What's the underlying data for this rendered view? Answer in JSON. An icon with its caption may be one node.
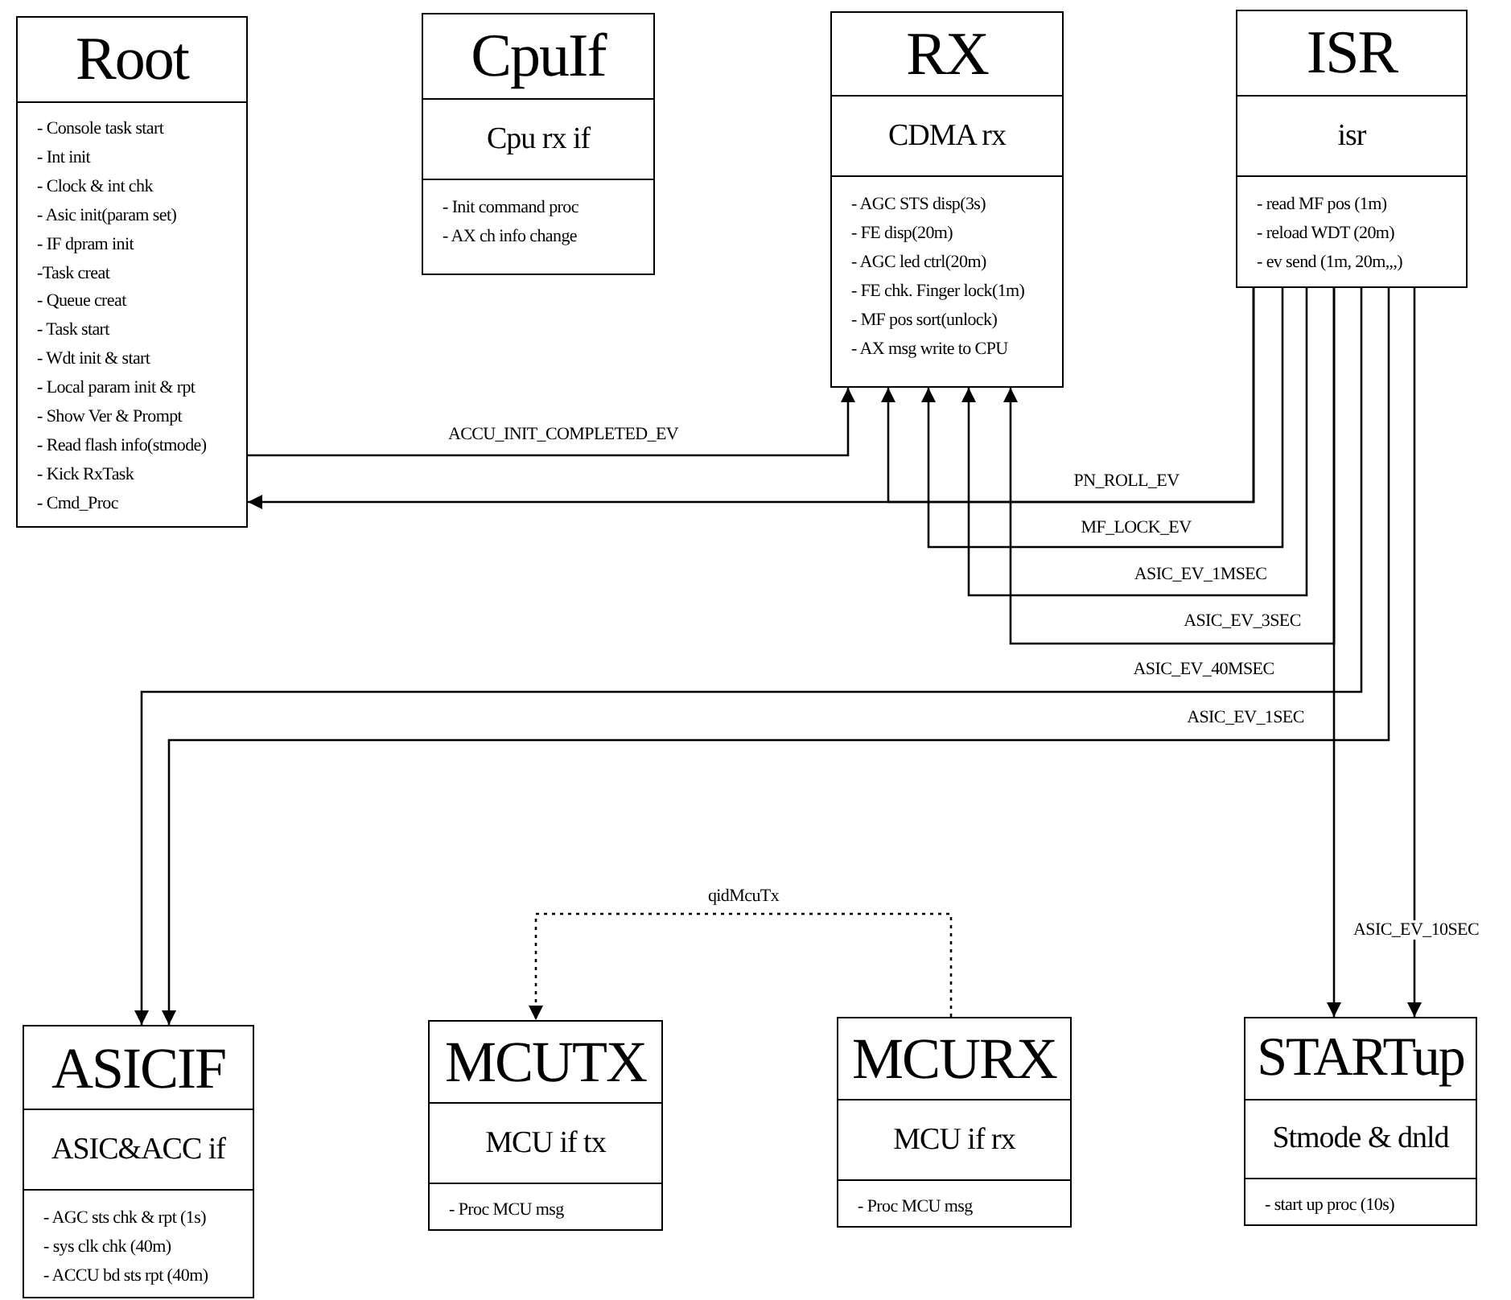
{
  "diagram": {
    "nodes": [
      {
        "text": [
          "Root"
        ]
      },
      {
        "text": [
          "- Console task start",
          "- Int init",
          "- Clock & int chk",
          "- Asic init(param set)",
          "- IF dpram init",
          "-Task creat",
          "- Queue creat",
          "- Task start",
          "- Wdt init & start",
          "- Local param init & rpt",
          "- Show Ver & Prompt",
          "- Read flash info(stmode)",
          "- Kick RxTask",
          "- Cmd_Proc"
        ],
        "in": 0
      },
      {
        "text": [
          "CpuIf"
        ]
      },
      {
        "text": [
          "Cpu rx if"
        ],
        "in": 2
      },
      {
        "text": [
          "- Init command proc",
          "- AX ch info change"
        ],
        "in": 2
      },
      {
        "text": [
          "RX"
        ]
      },
      {
        "text": [
          "CDMA rx"
        ],
        "in": 5
      },
      {
        "text": [
          "- AGC STS disp(3s)",
          "- FE disp(20m)",
          "- AGC led ctrl(20m)",
          "- FE chk. Finger lock(1m)",
          "- MF pos sort(unlock)",
          "- AX msg write to CPU"
        ],
        "in": 5
      },
      {
        "text": [
          "ISR"
        ]
      },
      {
        "text": [
          "isr"
        ],
        "in": 8
      },
      {
        "text": [
          "- read MF pos (1m)",
          "- reload WDT (20m)",
          "- ev send (1m, 20m,,,)"
        ],
        "in": 8
      },
      {
        "text": [
          "ASICIF"
        ]
      },
      {
        "text": [
          "ASIC&ACC if"
        ],
        "in": 11
      },
      {
        "text": [
          "- AGC sts chk & rpt (1s)",
          "- sys clk chk (40m)",
          "- ACCU bd sts rpt (40m)"
        ],
        "in": 11
      },
      {
        "text": [
          "MCUTX"
        ]
      },
      {
        "text": [
          "MCU if tx"
        ],
        "in": 14
      },
      {
        "text": [
          "- Proc MCU msg"
        ],
        "in": 14
      },
      {
        "text": [
          "MCURX"
        ]
      },
      {
        "text": [
          "MCU if rx"
        ],
        "in": 17
      },
      {
        "text": [
          "- Proc MCU msg"
        ],
        "in": 17
      },
      {
        "text": [
          "STARTup"
        ]
      },
      {
        "text": [
          "Stmode & dnld"
        ],
        "in": 20
      },
      {
        "text": [
          "- start up proc (10s)"
        ],
        "in": 20
      }
    ],
    "edges": [
      {
        "from": 0,
        "to": 5,
        "arrow": "to",
        "label": "ACCU_INIT_COMPLETED_EV"
      },
      {
        "from": 8,
        "to": 0,
        "arrow": "to",
        "label": "PN_ROLL_EV"
      },
      {
        "from": 8,
        "to": 5,
        "arrow": "to"
      },
      {
        "from": 8,
        "to": 5,
        "arrow": "to",
        "label": "MF_LOCK_EV"
      },
      {
        "from": 8,
        "to": 5,
        "arrow": "to",
        "label": "ASIC_EV_1MSEC"
      },
      {
        "from": 8,
        "to": 5,
        "arrow": "to",
        "label": "ASIC_EV_3SEC"
      },
      {
        "from": 8,
        "to": 20,
        "arrow": "to"
      },
      {
        "from": 8,
        "to": 11,
        "arrow": "to",
        "label": "ASIC_EV_40MSEC"
      },
      {
        "from": 8,
        "to": 11,
        "arrow": "to",
        "label": "ASIC_EV_1SEC"
      },
      {
        "from": 8,
        "to": 20,
        "arrow": "to",
        "label": "ASIC_EV_10SEC"
      },
      {
        "from": 17,
        "to": 14,
        "arrow": "to",
        "label": "qidMcuTx",
        "style": "dashed"
      }
    ]
  }
}
